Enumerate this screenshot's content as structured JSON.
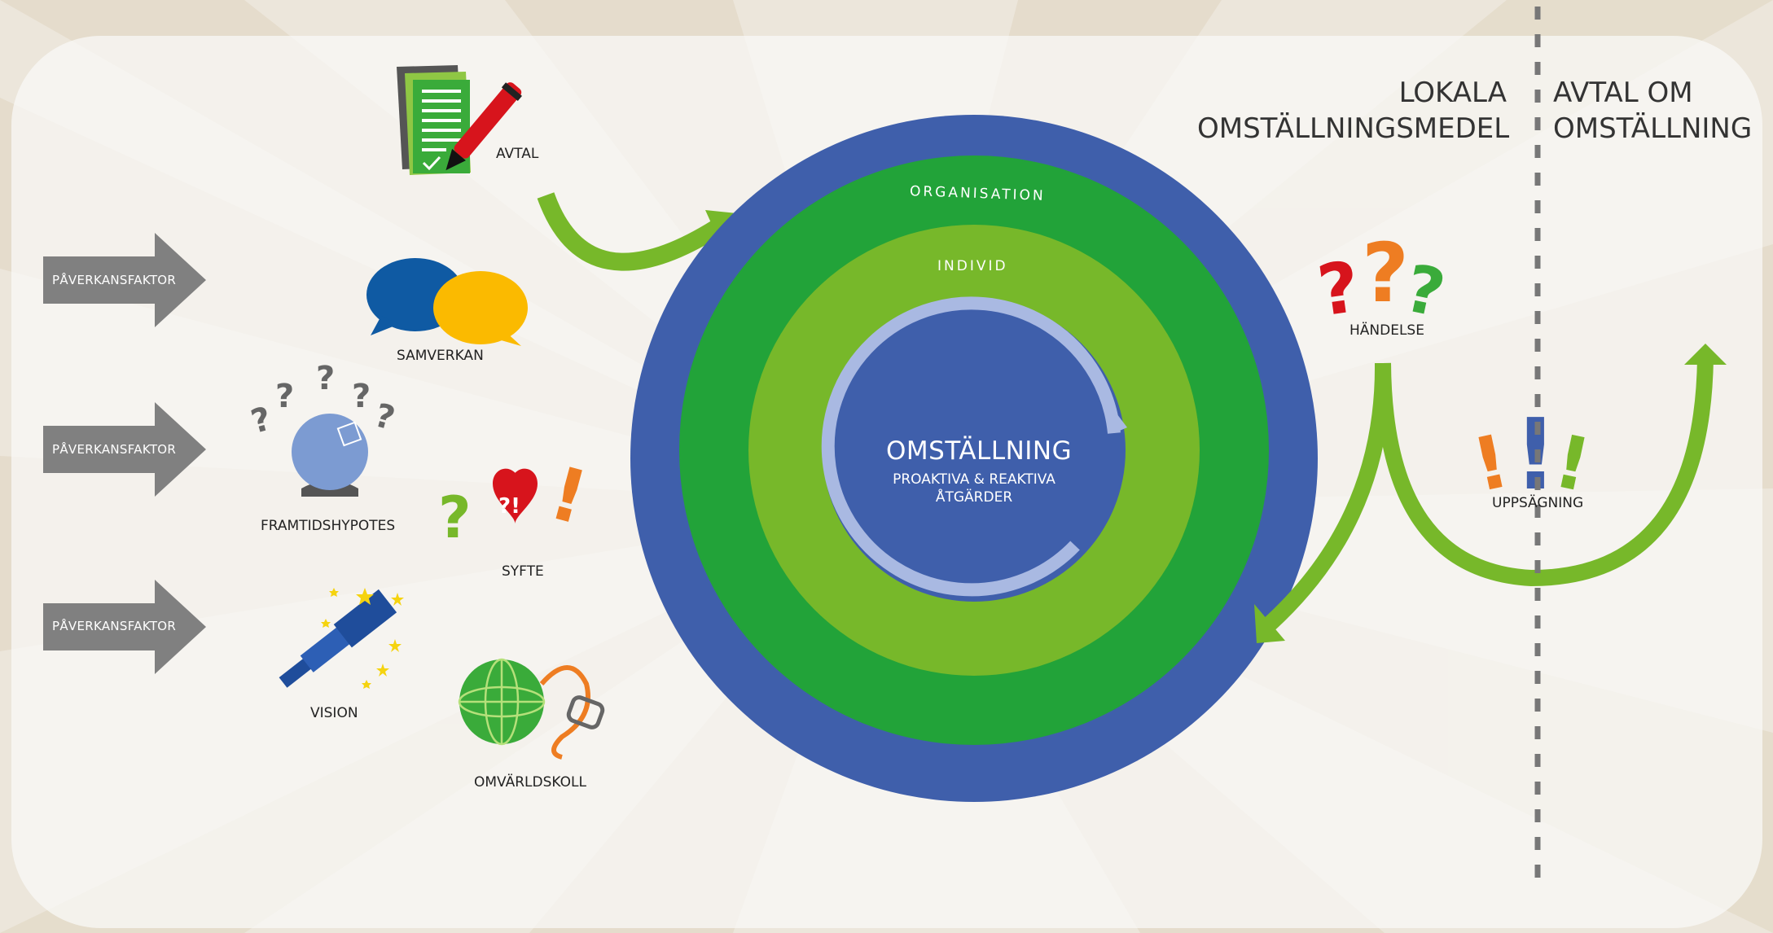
{
  "header": {
    "left_line1": "LOKALA",
    "left_line2": "OMSTÄLLNINGSMEDEL",
    "right_line1": "AVTAL OM",
    "right_line2": "OMSTÄLLNING"
  },
  "factors": [
    "PÅVERKANSFAKTOR",
    "PÅVERKANSFAKTOR",
    "PÅVERKANSFAKTOR"
  ],
  "items": {
    "avtal": "AVTAL",
    "samverkan": "SAMVERKAN",
    "framtidshypotes": "FRAMTIDSHYPOTES",
    "syfte": "SYFTE",
    "vision": "VISION",
    "omvarldskoll": "OMVÄRLDSKOLL"
  },
  "circle": {
    "outer_label": "ORGANISATION",
    "middle_label": "INDIVID",
    "title": "OMSTÄLLNING",
    "subtitle_line1": "PROAKTIVA & REAKTIVA",
    "subtitle_line2": "ÅTGÄRDER"
  },
  "right": {
    "handelse": "HÄNDELSE",
    "uppsagning": "UPPSÄGNING"
  },
  "icons": [
    "document-pen-icon",
    "speech-bubbles-icon",
    "crystal-ball-icon",
    "heart-question-icon",
    "telescope-icon",
    "globe-stethoscope-icon",
    "question-marks-icon",
    "exclamation-marks-icon"
  ],
  "colors": {
    "dark_blue": "#3f5fab",
    "dark_green": "#22a339",
    "light_green": "#77b82a",
    "arrow_green": "#77b82a",
    "factor_gray": "#808080",
    "orange": "#ee7d22",
    "red": "#d7141c"
  }
}
